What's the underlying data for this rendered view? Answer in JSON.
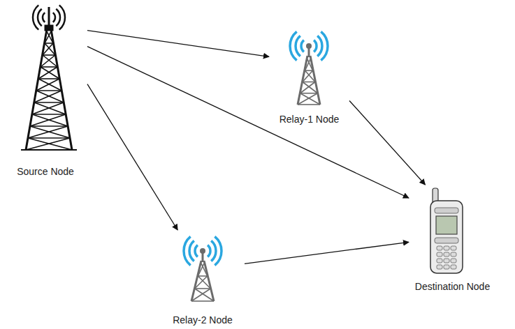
{
  "diagram": {
    "nodes": [
      {
        "text": [
          "Source Node"
        ]
      },
      {
        "text": [
          "Relay-1 Node"
        ]
      },
      {
        "text": [
          "Relay-2 Node"
        ]
      },
      {
        "text": [
          "Destination Node"
        ]
      }
    ],
    "edges": [
      {
        "from": 0,
        "to": 1,
        "arrow": "to"
      },
      {
        "from": 0,
        "to": 3,
        "arrow": "to"
      },
      {
        "from": 0,
        "to": 2,
        "arrow": "to"
      },
      {
        "from": 1,
        "to": 3,
        "arrow": "to"
      },
      {
        "from": 2,
        "to": 3,
        "arrow": "to"
      }
    ]
  }
}
